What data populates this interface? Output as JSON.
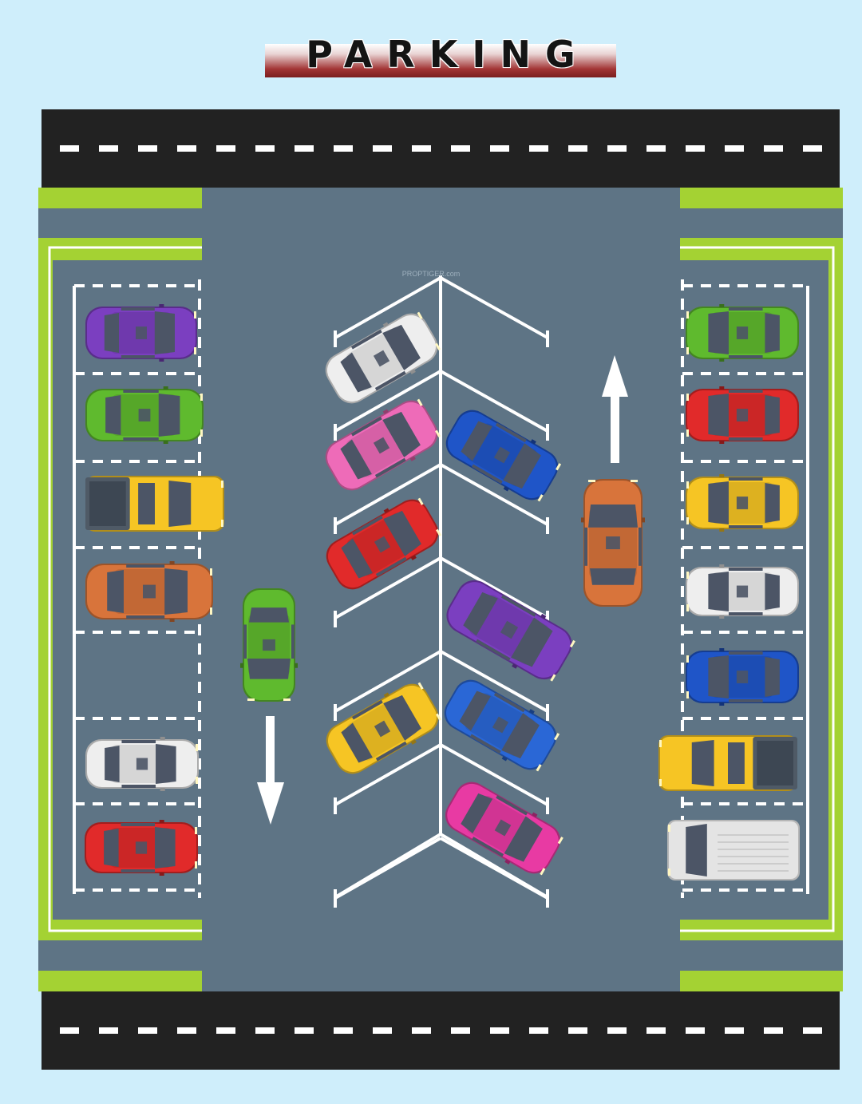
{
  "title": "PARKING",
  "watermark": "PROPTIGER.com",
  "colors": {
    "background": "#cfeefb",
    "road": "#222222",
    "asphalt": "#5e7485",
    "curb": "#a4d233",
    "marking": "#ffffff"
  },
  "icons": [
    "arrow-up-icon",
    "arrow-down-icon",
    "car-icon",
    "van-icon",
    "pickup-truck-icon"
  ],
  "cars": [
    {
      "name": "left-lot-car-purple",
      "kind": "car",
      "color": "#7b3fc0"
    },
    {
      "name": "left-lot-car-green",
      "kind": "car",
      "color": "#5fba2e"
    },
    {
      "name": "left-lot-pickup-yellow",
      "kind": "pickup",
      "color": "#f6c524"
    },
    {
      "name": "left-lot-car-orange",
      "kind": "car",
      "color": "#d8743b"
    },
    {
      "name": "left-lot-car-white",
      "kind": "car",
      "color": "#eeeeee"
    },
    {
      "name": "left-lot-car-red",
      "kind": "car",
      "color": "#e12a2a"
    },
    {
      "name": "moving-car-green",
      "kind": "car",
      "color": "#5fba2e"
    },
    {
      "name": "moving-car-orange",
      "kind": "car",
      "color": "#d8743b"
    },
    {
      "name": "angled-car-white",
      "kind": "car",
      "color": "#eeeeee"
    },
    {
      "name": "angled-car-pink-1",
      "kind": "car",
      "color": "#ee6bb8"
    },
    {
      "name": "angled-car-red",
      "kind": "car",
      "color": "#e12a2a"
    },
    {
      "name": "angled-car-yellow",
      "kind": "car",
      "color": "#f6c524"
    },
    {
      "name": "angled-car-blue-1",
      "kind": "car",
      "color": "#1f55c8"
    },
    {
      "name": "angled-car-purple",
      "kind": "car",
      "color": "#7b3fc0"
    },
    {
      "name": "angled-car-blue-2",
      "kind": "car",
      "color": "#2a67d6"
    },
    {
      "name": "angled-car-pink-2",
      "kind": "car",
      "color": "#e83aa3"
    },
    {
      "name": "right-lot-car-green",
      "kind": "car",
      "color": "#5fba2e"
    },
    {
      "name": "right-lot-car-red",
      "kind": "car",
      "color": "#e12a2a"
    },
    {
      "name": "right-lot-car-yellow",
      "kind": "car",
      "color": "#f6c524"
    },
    {
      "name": "right-lot-car-white",
      "kind": "car",
      "color": "#eeeeee"
    },
    {
      "name": "right-lot-car-blue",
      "kind": "car",
      "color": "#1f55c8"
    },
    {
      "name": "right-lot-pickup-yellow",
      "kind": "pickup",
      "color": "#f6c524"
    },
    {
      "name": "right-lot-van-white",
      "kind": "van",
      "color": "#e4e4e4"
    }
  ]
}
